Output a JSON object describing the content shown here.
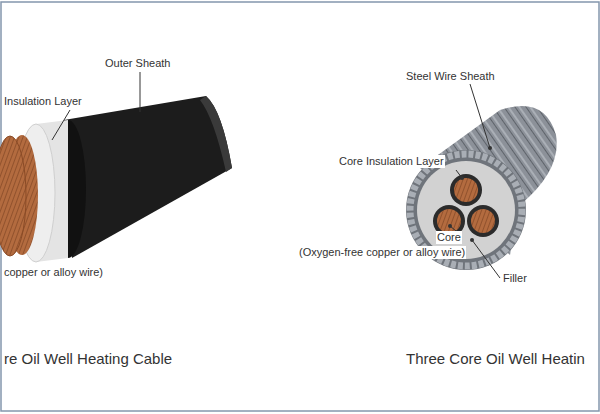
{
  "diagram": {
    "labels": [
      "Outer Sheath",
      "Insulation Layer",
      "copper or alloy wire)",
      "re Oil Well Heating Cable",
      "Steel Wire Sheath",
      "Core Insulation Layer",
      "Core",
      "(Oxygen-free copper or alloy wire)",
      "Filler",
      "Three Core Oil Well Heatin"
    ]
  }
}
